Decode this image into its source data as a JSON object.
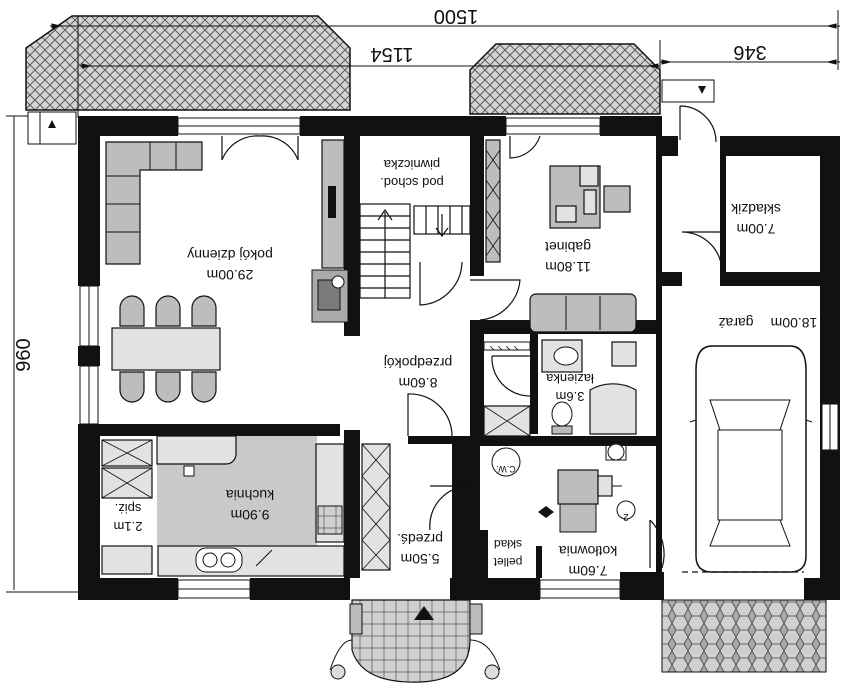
{
  "dimensions": {
    "total_width": "1500",
    "left_width": "1154",
    "right_width": "346",
    "total_depth": "960"
  },
  "rooms": {
    "living": {
      "name": "pokój dzienny",
      "area": "29.00m"
    },
    "cellar": {
      "line1": "piwniczka",
      "line2": "pod schod."
    },
    "office": {
      "name": "gabinet",
      "area": "11.80m"
    },
    "storage": {
      "name": "składzik",
      "area": "7.00m"
    },
    "garage": {
      "name": "garaż",
      "area": "18.00m"
    },
    "hall": {
      "name": "przedpokój",
      "area": "8.60m"
    },
    "bathroom": {
      "name": "łazienka",
      "area": "3.6m"
    },
    "kitchen": {
      "name": "kuchnia",
      "area": "9.90m"
    },
    "pantry": {
      "name": "spiż.",
      "area": "2.1m"
    },
    "vestibule": {
      "name": "przedś.",
      "area": "5.50m"
    },
    "pellet": {
      "line1": "skład",
      "line2": "pellet"
    },
    "boiler": {
      "name": "kotłownia",
      "area": "7.60m"
    }
  },
  "symbols": {
    "cw": "C.W.",
    "boiler_no": "2",
    "superscript": "2"
  },
  "colors": {
    "wall": "#111111",
    "roof_hatch": "#c8c8c8",
    "floor_kitchen": "#c9c9c9",
    "furniture": "#bdbdbd",
    "paving": "#9a9a9a"
  }
}
